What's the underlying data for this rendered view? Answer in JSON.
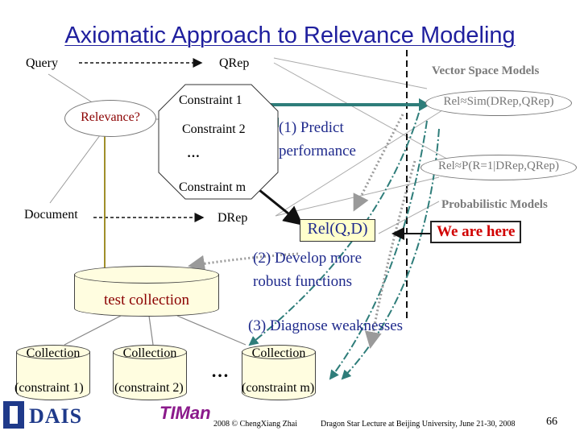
{
  "title": "Axiomatic Approach to Relevance Modeling",
  "nodes": {
    "query": "Query",
    "qrep": "QRep",
    "relevance": "Relevance?",
    "constraint1": "Constraint 1",
    "constraint2": "Constraint 2",
    "ellipsis": "…",
    "constraint_m": "Constraint m",
    "document": "Document",
    "drep": "DRep",
    "rel_qd": "Rel(Q,D)",
    "test_collection": "test collection"
  },
  "models": {
    "vector_space": "Vector Space Models",
    "rel_sim": "Rel≈Sim(DRep,QRep)",
    "rel_prob": "Rel≈P(R=1|DRep,QRep)",
    "probabilistic": "Probabilistic Models",
    "we_are_here": "We are here"
  },
  "steps": {
    "predict_line1": "(1) Predict",
    "predict_line2": "performance",
    "develop_line1": "(2) Develop more",
    "develop_line2": "robust functions",
    "diagnose": "(3) Diagnose weaknesses"
  },
  "collections": [
    {
      "name": "Collection",
      "constraint": "(constraint 1)"
    },
    {
      "name": "Collection",
      "constraint": "(constraint 2)"
    },
    {
      "name": "Collection",
      "constraint": "(constraint m)"
    }
  ],
  "collections_ellipsis": "…",
  "footer": {
    "copyright": "2008 © ChengXiang Zhai",
    "lecture": "Dragon Star Lecture at Beijing University, June 21-30, 2008",
    "page": "66",
    "logo_daiS": "DAIS",
    "logo_timan": "TIMan"
  },
  "colors": {
    "title": "#1f1f9e",
    "teal_arrow": "#2e7d7a",
    "olive_line": "#a08f2a",
    "highlight": "#ffffcc",
    "we_are_here_text": "#d10000"
  }
}
